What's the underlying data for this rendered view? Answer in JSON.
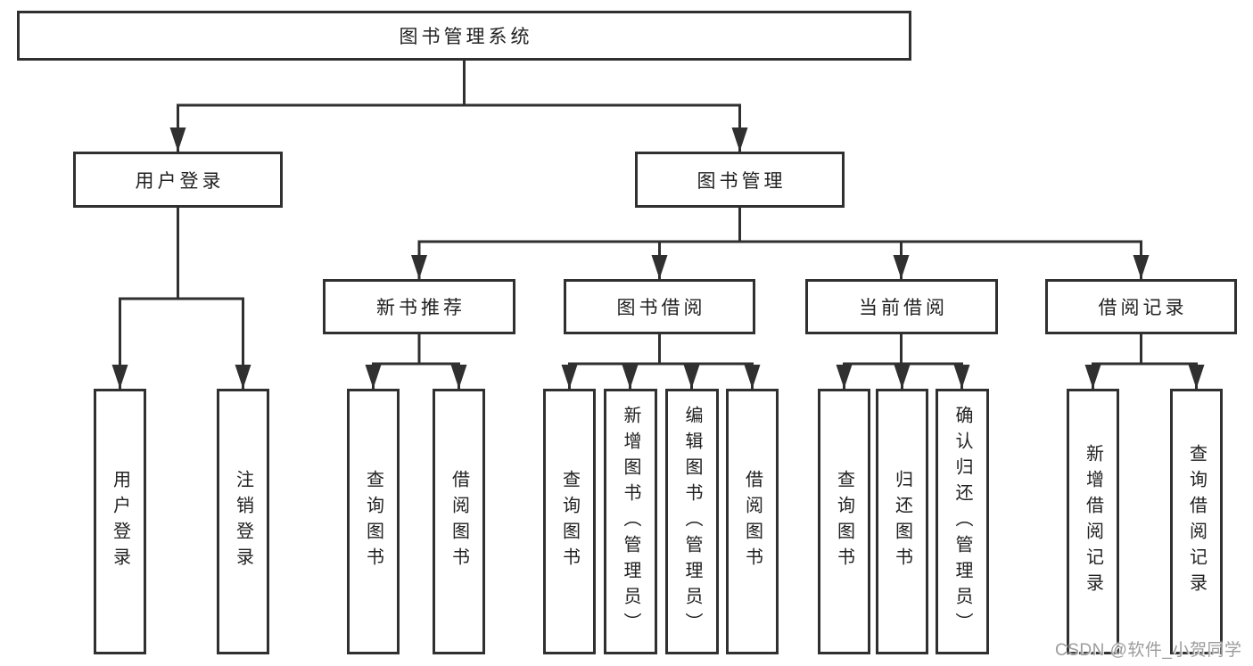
{
  "root": {
    "label": "图书管理系统"
  },
  "level2": {
    "user_login": {
      "label": "用户登录"
    },
    "book_mgmt": {
      "label": "图书管理"
    }
  },
  "level3": {
    "new_books": {
      "label": "新书推荐"
    },
    "borrow": {
      "label": "图书借阅"
    },
    "current": {
      "label": "当前借阅"
    },
    "records": {
      "label": "借阅记录"
    }
  },
  "leaves": {
    "user_login": {
      "label": "用户登录"
    },
    "logout": {
      "label": "注销登录"
    },
    "nb_query": {
      "label": "查询图书"
    },
    "nb_borrow": {
      "label": "借阅图书"
    },
    "bb_query": {
      "label": "查询图书"
    },
    "bb_add": {
      "label": "新增图书（管理员）"
    },
    "bb_edit": {
      "label": "编辑图书（管理员）"
    },
    "bb_borrow": {
      "label": "借阅图书"
    },
    "cb_query": {
      "label": "查询图书"
    },
    "cb_return": {
      "label": "归还图书"
    },
    "cb_confirm": {
      "label": "确认归还（管理员）"
    },
    "br_add": {
      "label": "新增借阅记录"
    },
    "br_query": {
      "label": "查询借阅记录"
    }
  },
  "watermark": {
    "text": "CSDN @软件_小贺同学"
  },
  "colors": {
    "line": "#303030",
    "text": "#212121",
    "watermark_text": "#9c9c9c",
    "background": "#ffffff"
  }
}
